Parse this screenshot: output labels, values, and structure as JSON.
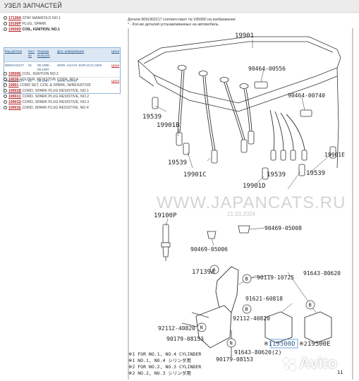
{
  "header": {
    "title": "УЗЕЛ ЗАПЧАСТЕЙ"
  },
  "tree": [
    {
      "code": "17139A",
      "name": "STAY MANIFOLD NO.1"
    },
    {
      "code": "19100P",
      "name": "PLUG, SPARK"
    },
    {
      "code": "19500D",
      "name": "COIL, IGNITION, NO.1"
    },
    {
      "code": "19500E",
      "name": "COIL, IGNITION NO.2"
    },
    {
      "code": "19539",
      "name": "HOLDER, RESISTIVE CODE, NO.4"
    },
    {
      "code": "19901",
      "name": "CORD SET, COIL & SPARK, W/RESISTIVE"
    },
    {
      "code": "19901B",
      "name": "CORD, SPARK PLUG RESISTIVE, NO.1"
    },
    {
      "code": "19901C",
      "name": "CORD, SPARK PLUG RESISTIVE, NO.2"
    },
    {
      "code": "19901D",
      "name": "CORD, SPARK PLUG RESISTIVE, NO.3"
    },
    {
      "code": "19901E",
      "name": "CORD, SPARK PLUG RESISTIVE, NO.4"
    }
  ],
  "table": {
    "headers": [
      "Код детали",
      "Кол-во",
      "Период выпуска",
      "Доп. информация",
      "Цена"
    ],
    "rows": [
      {
        "code": "90919-02217",
        "qty": "01",
        "period": "08.1996 - 09.1997",
        "info": "3SFE..SXA1#..EUR,GCC,GEN",
        "price": "Цена"
      },
      {
        "code": "90919-02217",
        "qty": "01",
        "period": "09.1997 -",
        "info": "3SFE..SXA1#",
        "price": "Цена"
      }
    ]
  },
  "details": {
    "title": "Детали 9091902217 соответствует № 19500D на изображение",
    "note": "* - Кол-во деталей устанавливаемых на автомобиль."
  },
  "diagram": {
    "labels": {
      "l19901": "19901",
      "l90464_00556": "90464-00556",
      "l90464_00740": "90464-00740",
      "l19539a": "19539",
      "l19901b": "19901B",
      "l19539b": "19539",
      "l19901c": "19901C",
      "l19539c": "19539",
      "l19539d": "19539",
      "l19901e": "19901E",
      "l19901d": "19901D",
      "l19100p": "19100P",
      "l90469_05008": "90469-05008",
      "l90469_05006": "90469-05006",
      "l17139a": "17139A",
      "l90119_10725": "90119-10725",
      "l91621_60818": "91621-60818",
      "l91643_80620a": "91643-80620",
      "l92112_40820a": "92112-40820",
      "l92112_40820b": "92112-40820",
      "l90179_08153a": "90179-08153",
      "l91643_80620b": "91643-80620(2)",
      "l19500d": "19500D",
      "l19500e": "19500E",
      "l90179_08153b": "90179-08153",
      "mark1": "※1",
      "mark2": "※2",
      "bolt_a": "A",
      "bolt_b1": "B",
      "bolt_b2": "B",
      "bolt_b3": "B",
      "bolt_n1": "N",
      "bolt_n2": "N"
    },
    "footnotes": [
      "※1 FOR NO.1, NO.4 CYLINDER",
      "※1 NO.1, NO.4 シリンダ用",
      "※2 FOR NO.2, NO.3 CYLINDER",
      "※2 NO.2, NO.3 シリンダ用"
    ],
    "page_no": "11"
  },
  "watermark": {
    "text": "WWW.JAPANCATS.RU",
    "date": "21.03.2024"
  },
  "avito": {
    "text": "Avito"
  },
  "colors": {
    "accent_red": "#b02020",
    "link_blue": "#2e5a88",
    "table_border": "#8eb4d9"
  }
}
